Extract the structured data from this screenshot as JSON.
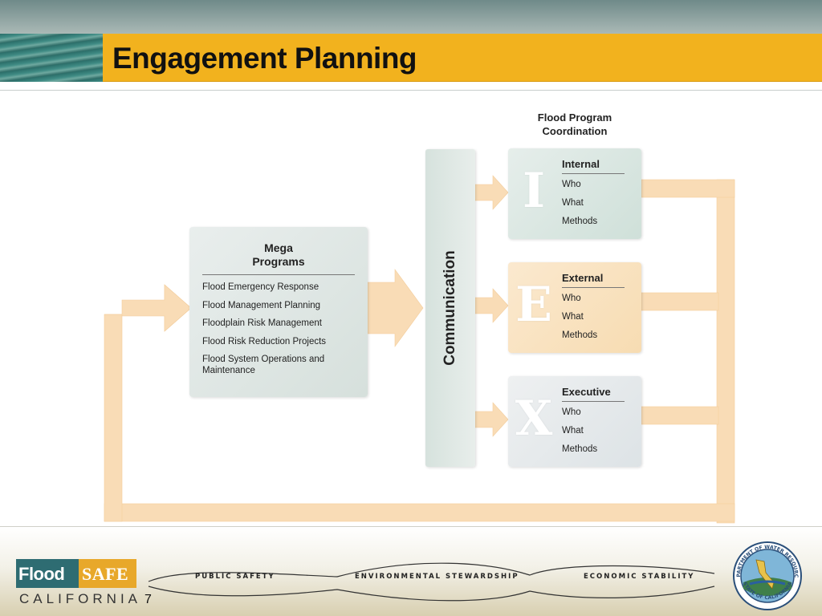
{
  "header": {
    "title": "Engagement Planning"
  },
  "diagram": {
    "coordination_heading": "Flood Program\nCoordination",
    "mega": {
      "title": "Mega\nPrograms",
      "items": [
        "Flood Emergency Response",
        "Flood Management Planning",
        "Floodplain Risk Management",
        "Flood Risk Reduction Projects",
        "Flood System Operations and Maintenance"
      ]
    },
    "communication_label": "Communication",
    "boxes": [
      {
        "letter": "I",
        "name": "Internal",
        "items": [
          "Who",
          "What",
          "Methods"
        ]
      },
      {
        "letter": "E",
        "name": "External",
        "items": [
          "Who",
          "What",
          "Methods"
        ]
      },
      {
        "letter": "X",
        "name": "Executive",
        "items": [
          "Who",
          "What",
          "Methods"
        ]
      }
    ],
    "colors": {
      "arrow": "#f9dcb6",
      "internal": "#dce7e3",
      "external": "#f9e3c1",
      "executive": "#e6eaec"
    }
  },
  "footer": {
    "logo_part1": "Flood",
    "logo_part2": "SAFE",
    "logo_sub": "CALIFORNIA",
    "page_number": "7",
    "taglines": [
      "PUBLIC SAFETY",
      "ENVIRONMENTAL STEWARDSHIP",
      "ECONOMIC STABILITY"
    ],
    "seal_top": "DEPARTMENT OF WATER RESOURCES",
    "seal_bottom": "STATE OF CALIFORNIA"
  }
}
